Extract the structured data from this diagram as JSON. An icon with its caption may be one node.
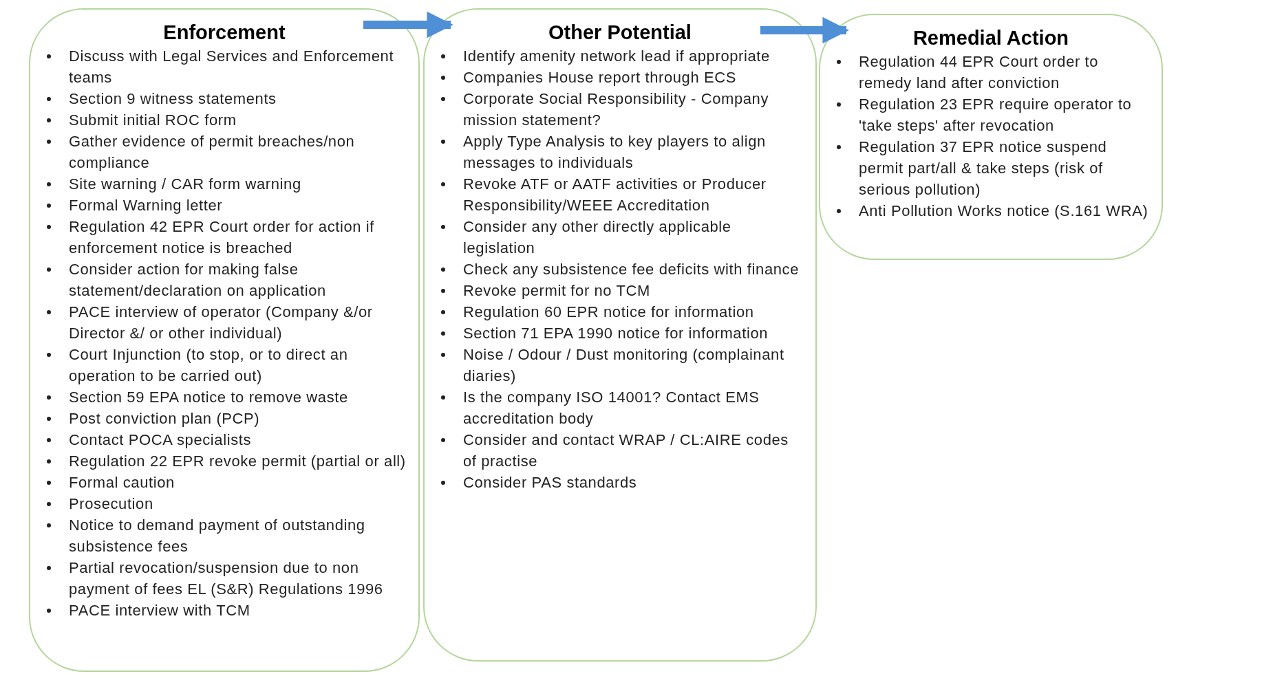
{
  "diagram": {
    "nodes": [
      {
        "text": [
          "Enforcement",
          "Discuss with Legal Services and Enforcement teams",
          "Section 9 witness statements",
          "Submit initial ROC form",
          "Gather evidence of permit breaches/non compliance",
          "Site warning / CAR form warning",
          "Formal Warning letter",
          "Regulation 42 EPR Court order for action if enforcement notice is breached",
          "Consider action for making false statement/declaration on application",
          "PACE interview of operator (Company &/or Director &/ or other individual)",
          "Court Injunction (to stop, or to direct an operation to be carried out)",
          "Section 59 EPA notice to remove waste",
          "Post conviction plan (PCP)",
          "Contact POCA specialists",
          "Regulation 22 EPR revoke permit (partial or all)",
          "Formal caution",
          "Prosecution",
          "Notice to demand payment of outstanding subsistence fees",
          "Partial revocation/suspension due to non payment of fees EL (S&R) Regulations 1996",
          "PACE interview with TCM"
        ]
      },
      {
        "text": [
          "Other Potential",
          "Identify amenity network lead if appropriate",
          "Companies House report through ECS",
          "Corporate Social Responsibility - Company mission statement?",
          "Apply Type Analysis to key players to align messages to individuals",
          "Revoke ATF or AATF activities or Producer Responsibility/WEEE Accreditation",
          "Consider any other directly applicable legislation",
          "Check any subsistence fee deficits with finance",
          "Revoke permit for no TCM",
          "Regulation 60 EPR notice for information",
          "Section 71 EPA 1990 notice for information",
          "Noise / Odour / Dust monitoring (complainant diaries)",
          "Is the company ISO 14001? Contact EMS accreditation body",
          "Consider and contact WRAP / CL:AIRE codes of practise",
          "Consider PAS standards"
        ]
      },
      {
        "text": [
          "Remedial Action",
          "Regulation 44 EPR Court order to remedy land after conviction",
          "Regulation 23 EPR require operator to 'take steps' after revocation",
          "Regulation 37 EPR notice suspend permit part/all & take steps (risk of serious pollution)",
          "Anti Pollution Works notice (S.161 WRA)"
        ]
      }
    ],
    "edges": [
      {
        "from": 0,
        "to": 1,
        "arrow": "to"
      },
      {
        "from": 1,
        "to": 2,
        "arrow": "to"
      }
    ]
  }
}
